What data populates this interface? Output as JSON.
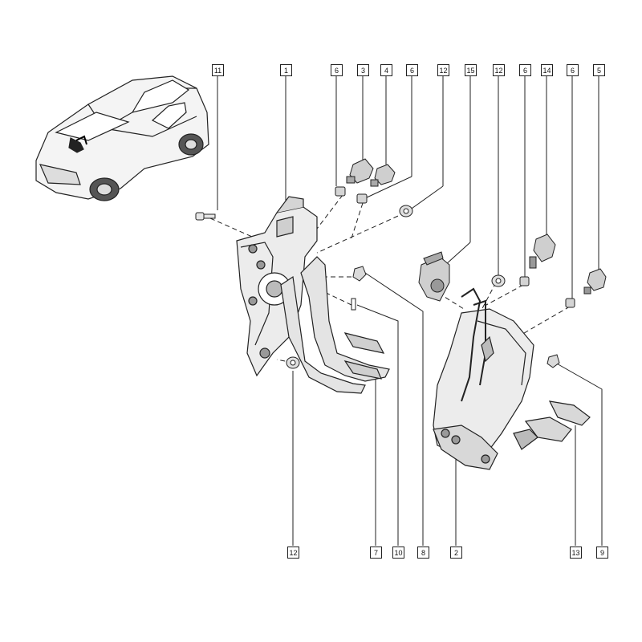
{
  "diagram": {
    "callouts_top": [
      {
        "id": "c-top-11",
        "label": "11"
      },
      {
        "id": "c-top-1",
        "label": "1"
      },
      {
        "id": "c-top-6a",
        "label": "6"
      },
      {
        "id": "c-top-3",
        "label": "3"
      },
      {
        "id": "c-top-4",
        "label": "4"
      },
      {
        "id": "c-top-6b",
        "label": "6"
      },
      {
        "id": "c-top-12a",
        "label": "12"
      },
      {
        "id": "c-top-15",
        "label": "15"
      },
      {
        "id": "c-top-12b",
        "label": "12"
      },
      {
        "id": "c-top-6c",
        "label": "6"
      },
      {
        "id": "c-top-14",
        "label": "14"
      },
      {
        "id": "c-top-6d",
        "label": "6"
      },
      {
        "id": "c-top-5",
        "label": "5"
      }
    ],
    "callouts_bottom": [
      {
        "id": "c-bot-12",
        "label": "12"
      },
      {
        "id": "c-bot-7",
        "label": "7"
      },
      {
        "id": "c-bot-10",
        "label": "10"
      },
      {
        "id": "c-bot-8",
        "label": "8"
      },
      {
        "id": "c-bot-2",
        "label": "2"
      },
      {
        "id": "c-bot-13",
        "label": "13"
      },
      {
        "id": "c-bot-9",
        "label": "9"
      }
    ],
    "colors": {
      "line": "#222222",
      "part_fill": "#ececec",
      "shade": "#bdbdbd",
      "dark": "#555555"
    }
  }
}
